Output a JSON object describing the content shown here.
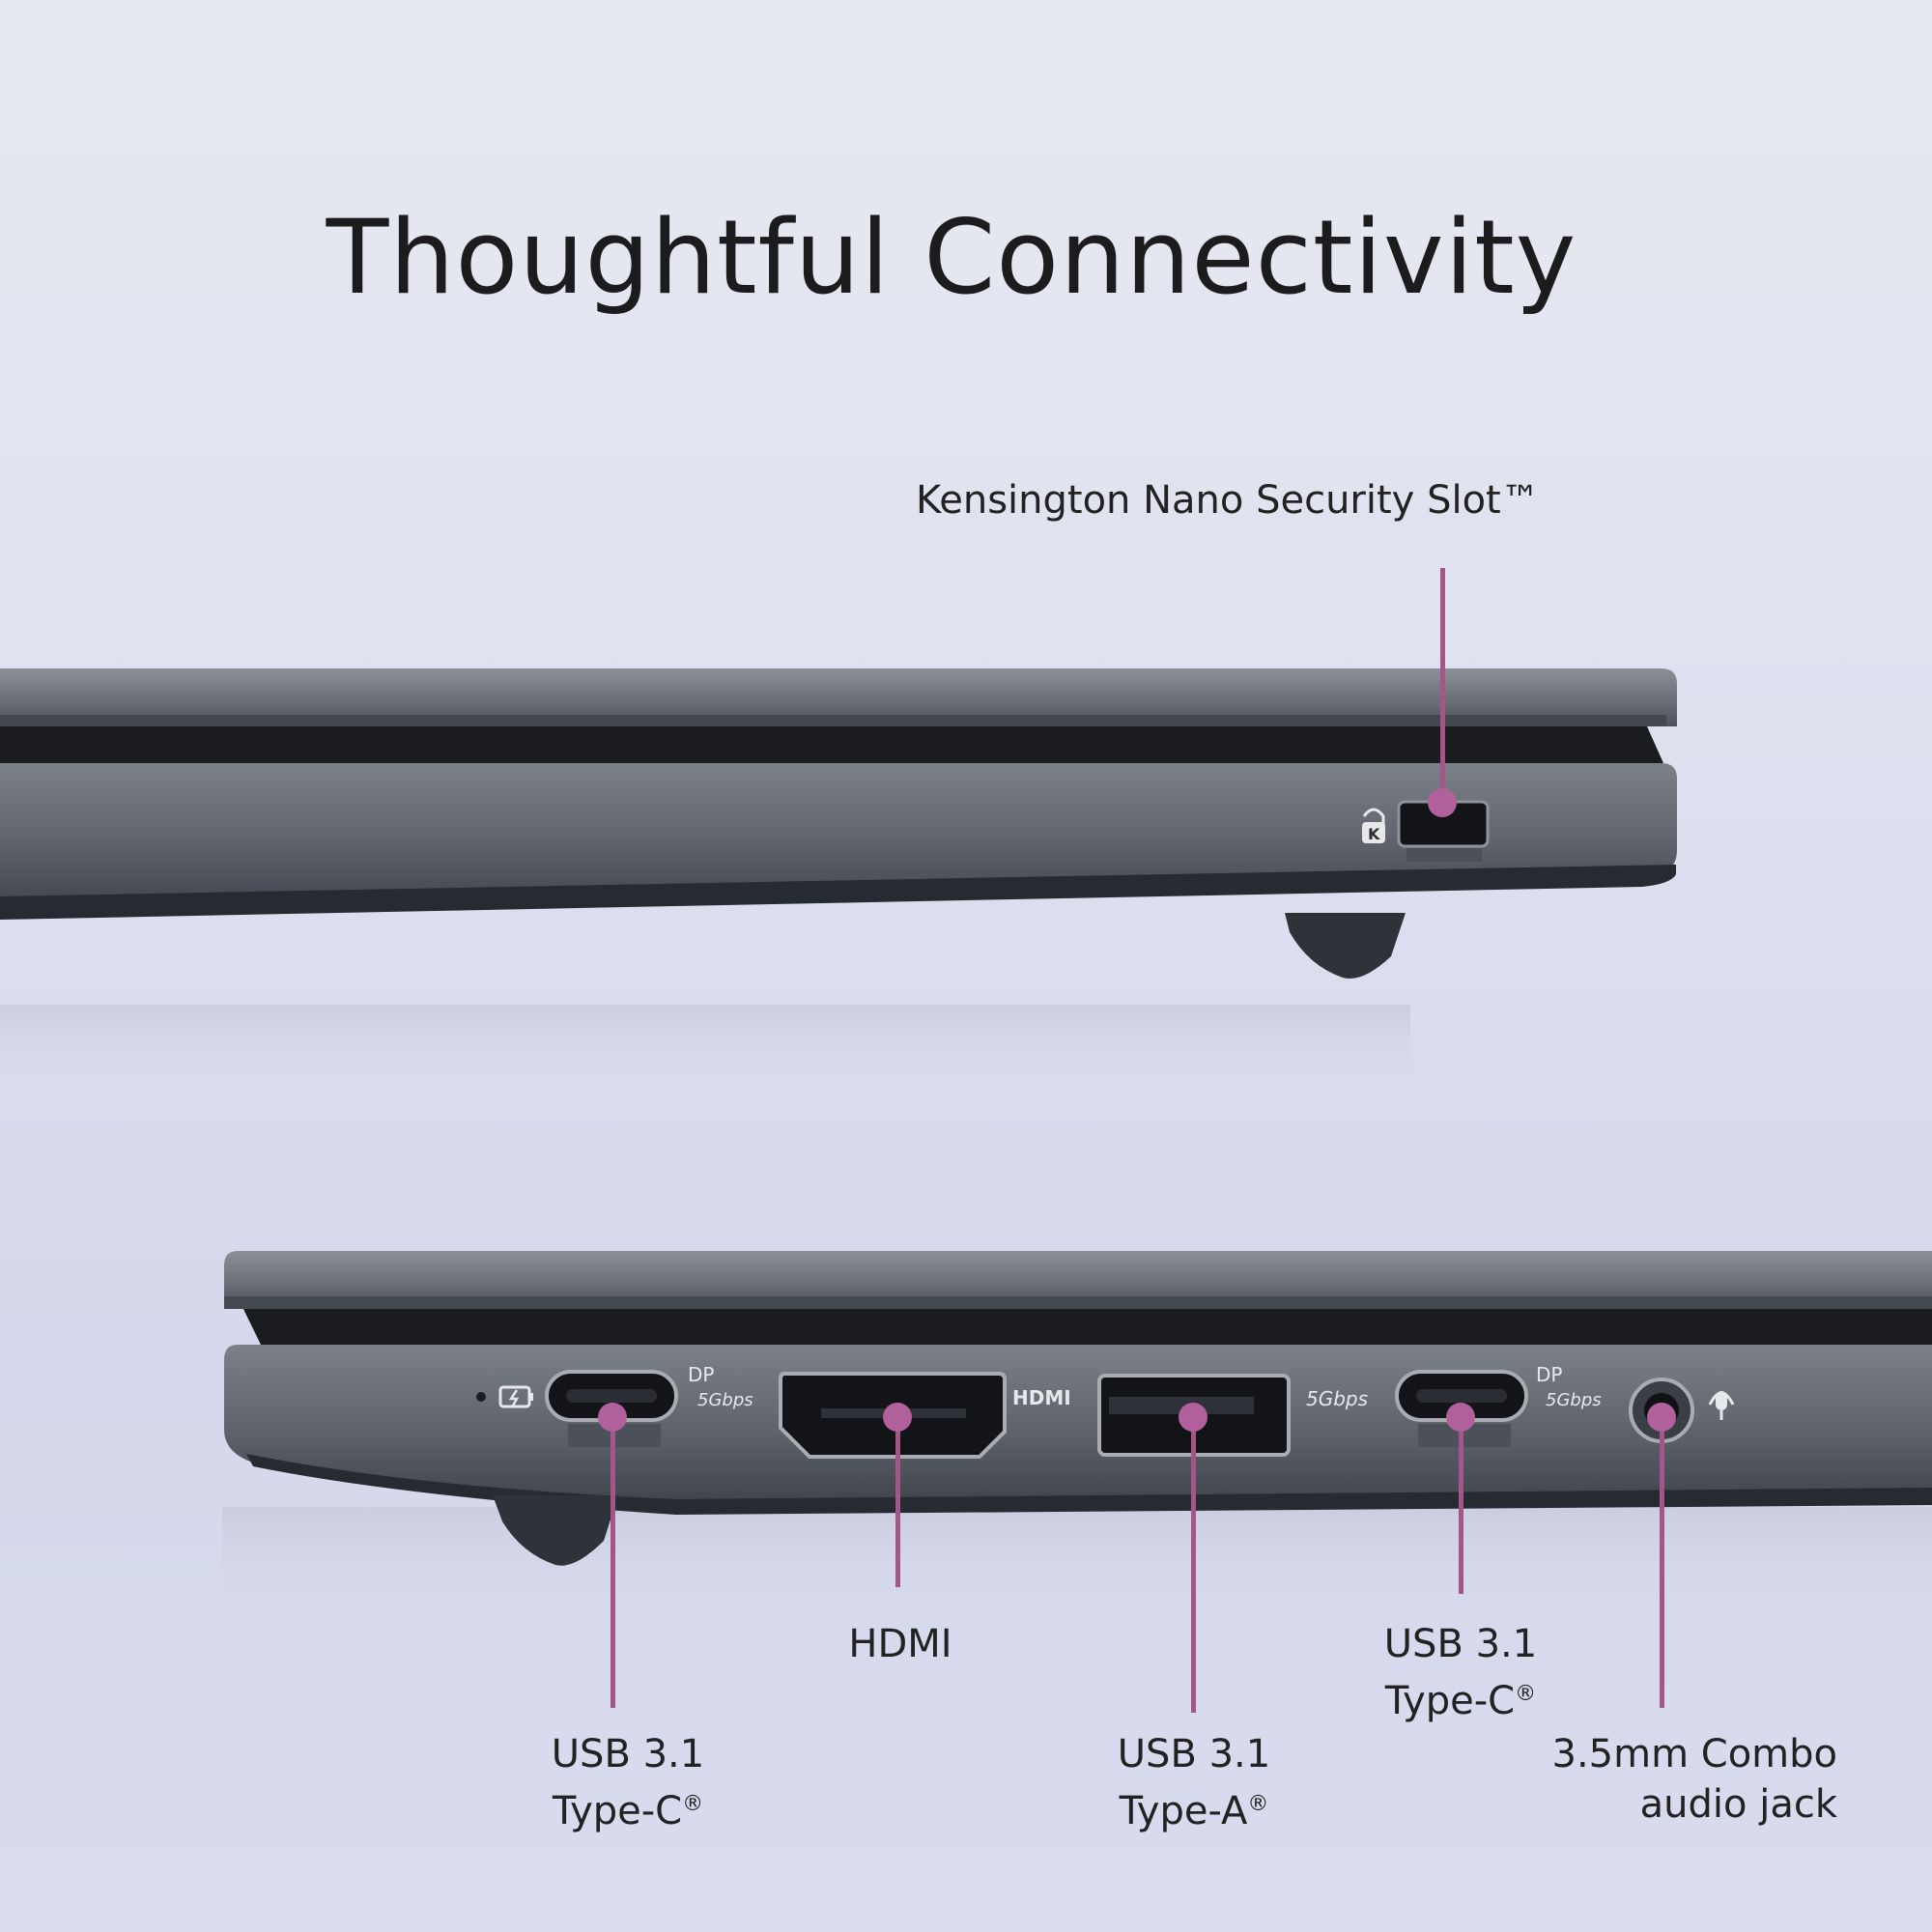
{
  "title": "Thoughtful Connectivity",
  "accent_color": "#a4568b",
  "top_view": {
    "callout": "Kensington Nano Security Slot™",
    "icons": [
      "kensington-lock-icon"
    ]
  },
  "bottom_view": {
    "port_markings": {
      "dp": "DP",
      "speed": "5Gbps",
      "hdmi": "HDMI"
    },
    "icons": [
      "charging-led-icon",
      "battery-charging-icon",
      "headset-mic-icon"
    ],
    "ports": [
      {
        "line1": "USB 3.1",
        "line2": "Type-C",
        "mark": "®"
      },
      {
        "line1": "HDMI"
      },
      {
        "line1": "USB 3.1",
        "line2": "Type-A",
        "mark": "®"
      },
      {
        "line1": "USB 3.1",
        "line2": "Type-C",
        "mark": "®"
      },
      {
        "line1": "3.5mm Combo",
        "line2": "audio jack"
      }
    ]
  }
}
